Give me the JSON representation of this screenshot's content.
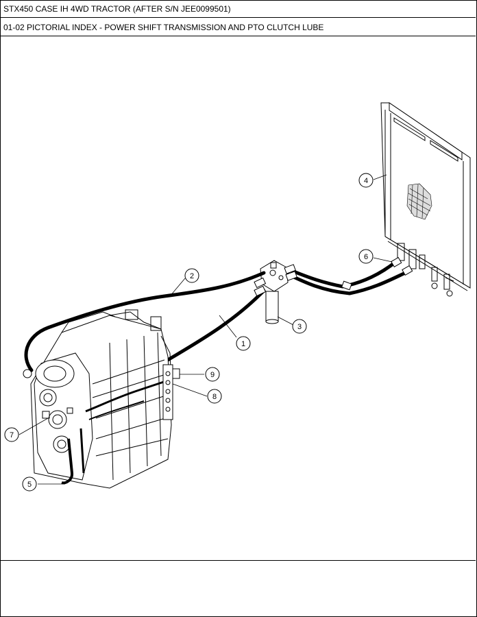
{
  "header": {
    "title": "STX450 CASE IH 4WD TRACTOR (AFTER S/N JEE0099501)",
    "subtitle": "01-02 PICTORIAL INDEX - POWER SHIFT TRANSMISSION AND PTO CLUTCH LUBE"
  },
  "callouts": [
    {
      "id": "1",
      "label": "1"
    },
    {
      "id": "2",
      "label": "2"
    },
    {
      "id": "3",
      "label": "3"
    },
    {
      "id": "4",
      "label": "4"
    },
    {
      "id": "5",
      "label": "5"
    },
    {
      "id": "6",
      "label": "6"
    },
    {
      "id": "7",
      "label": "7"
    },
    {
      "id": "8",
      "label": "8"
    },
    {
      "id": "9",
      "label": "9"
    }
  ]
}
